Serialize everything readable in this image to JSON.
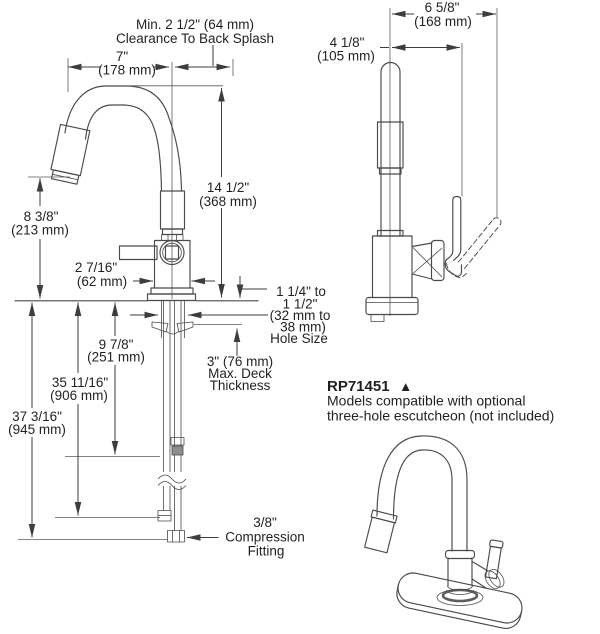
{
  "front_view": {
    "clearance": {
      "line1": "Min. 2 1/2\" (64 mm)",
      "line2": "Clearance To Back Splash"
    },
    "spout_reach": {
      "line1": "7\"",
      "line2": "(178 mm)"
    },
    "spout_height": {
      "line1": "14 1/2\"",
      "line2": "(368 mm)"
    },
    "wand_height": {
      "line1": "8 3/8\"",
      "line2": "(213 mm)"
    },
    "body_width": {
      "line1": "2 7/16\"",
      "line2": "(62 mm)"
    },
    "hole_size": {
      "line1": "1 1/4\" to",
      "line2": "1 1/2\"",
      "line3": "(32 mm to",
      "line4": "38 mm)",
      "line5": "Hole Size"
    },
    "deck_thickness": {
      "line1": "3\" (76 mm)",
      "line2": "Max. Deck",
      "line3": "Thickness"
    },
    "hose_length": {
      "line1": "9 7/8\"",
      "line2": "(251 mm)"
    },
    "supply_a": {
      "line1": "35 11/16\"",
      "line2": "(906 mm)"
    },
    "supply_b": {
      "line1": "37 3/16\"",
      "line2": "(945 mm)"
    },
    "compression_fitting": {
      "line1": "3/8\"",
      "line2": "Compression",
      "line3": "Fitting"
    }
  },
  "side_view": {
    "handle_swing": {
      "line1": "6 5/8\"",
      "line2": "(168 mm)"
    },
    "handle_offset": {
      "line1": "4 1/8\"",
      "line2": "(105 mm)"
    }
  },
  "note": {
    "part_number": "RP71451",
    "marker": "▲",
    "line1": "Models compatible with optional",
    "line2": "three-hole escutcheon (not included)"
  }
}
